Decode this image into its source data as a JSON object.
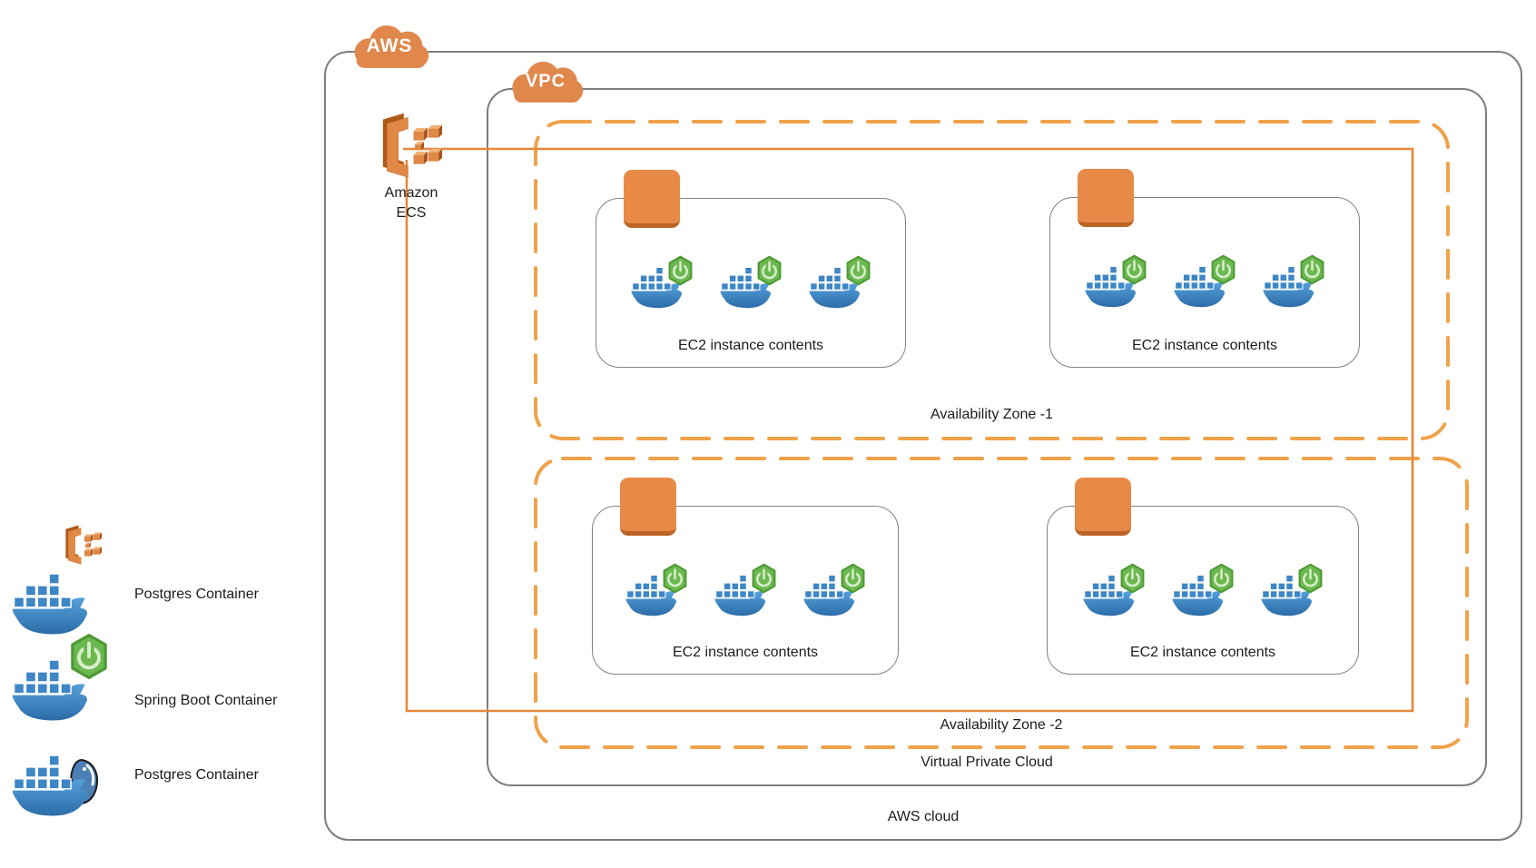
{
  "diagram": {
    "aws": {
      "badge": "AWS",
      "caption": "AWS cloud"
    },
    "vpc": {
      "badge": "VPC",
      "caption": "Virtual Private Cloud"
    },
    "ecs": {
      "caption_line1": "Amazon",
      "caption_line2": "ECS"
    },
    "zones": [
      {
        "caption": "Availability Zone -1"
      },
      {
        "caption": "Availability Zone -2"
      }
    ],
    "ec2_boxes": [
      {
        "caption": "EC2 instance contents",
        "containers": 3
      },
      {
        "caption": "EC2 instance contents",
        "containers": 3
      },
      {
        "caption": "EC2 instance contents",
        "containers": 3
      },
      {
        "caption": "EC2 instance contents",
        "containers": 3
      }
    ],
    "legend": [
      {
        "icon": "docker-whale-icon",
        "label": "Postgres Container"
      },
      {
        "icon": "docker-whale-spring-boot-icon",
        "label": "Spring Boot Container"
      },
      {
        "icon": "docker-whale-postgresql-icon",
        "label": "Postgres Container"
      }
    ],
    "colors": {
      "aws_orange": "#E0874B",
      "zone_dash_orange": "#F0A24A",
      "connector_orange": "#E8873B",
      "ec2_square_orange": "#E88A47",
      "docker_blue": "#3E86C6",
      "spring_green": "#6CB850",
      "border_gray": "#7E7E7E"
    }
  }
}
